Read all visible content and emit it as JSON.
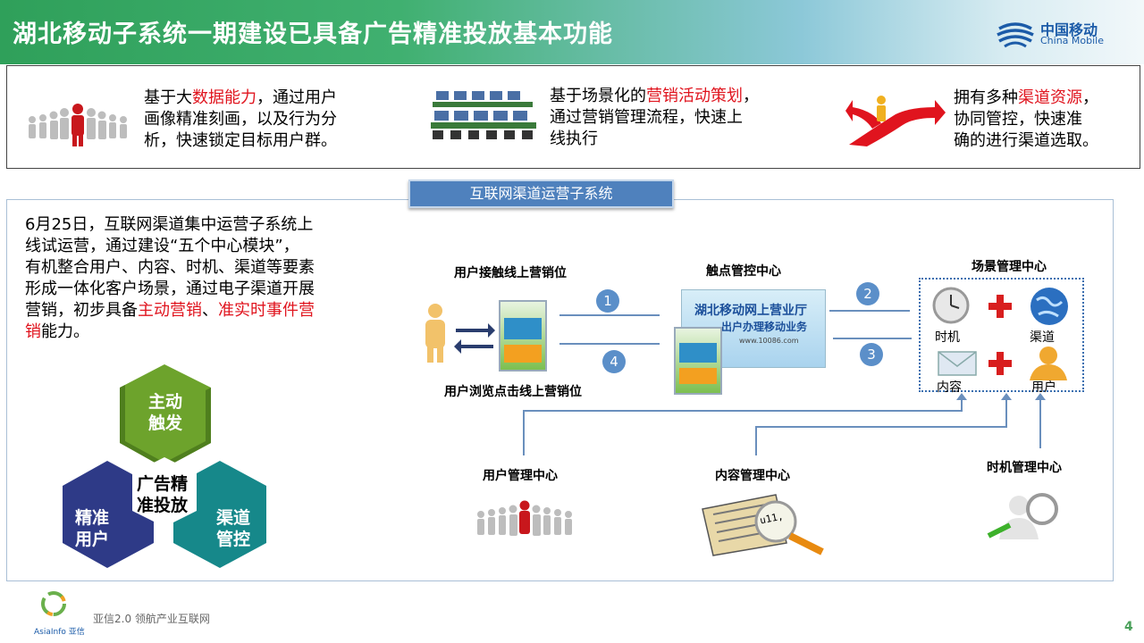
{
  "header": {
    "title": "湖北移动子系统一期建设已具备广告精准投放基本功能",
    "logo_cn": "中国移动",
    "logo_en": "China Mobile"
  },
  "features": [
    {
      "pre": "基于大",
      "hl": "数据能力",
      "post": "，通过用户",
      "line2": "画像精准刻画，以及行为分",
      "line3": "析，快速锁定目标用户群。"
    },
    {
      "pre": "基于场景化的",
      "hl": "营销活动策划",
      "post": "，",
      "line2": "通过营销管理流程，快速上",
      "line3": "线执行"
    },
    {
      "pre": "拥有多种",
      "hl": "渠道资源",
      "post": "，",
      "line2": "协同管控，快速准",
      "line3": "确的进行渠道选取。"
    }
  ],
  "system_tab": "互联网渠道运营子系统",
  "description": {
    "line1": "6月25日，互联网渠道集中运营子系统上",
    "line2": "线试运营，通过建设“五个中心模块”，",
    "line3": "有机整合用户、内容、时机、渠道等要素",
    "line4": "形成一体化客户场景，通过电子渠道开展",
    "line5_pre": "营销，初步具备",
    "line5_hl1": "主动营销",
    "line5_sep": "、",
    "line5_hl2": "准实时事件营",
    "line6_hl": "销",
    "line6_post": "能力。"
  },
  "hexagon": {
    "center_line1": "广告精",
    "center_line2": "准投放",
    "top_line1": "主动",
    "top_line2": "触发",
    "left_line1": "精准",
    "left_line2": "用户",
    "right_line1": "渠道",
    "right_line2": "管控"
  },
  "diagram": {
    "user_touch": "用户接触线上营销位",
    "user_browse": "用户浏览点击线上营销位",
    "touch_center": "触点管控中心",
    "scene_center": "场景管理中心",
    "banner_line1": "湖北移动网上营业厅",
    "banner_line2": "出户办理移动业务",
    "banner_url": "www.10086.com",
    "num1": "1",
    "num2": "2",
    "num3": "3",
    "num4": "4",
    "time": "时机",
    "channel": "渠道",
    "content": "内容",
    "user": "用户",
    "user_mgmt": "用户管理中心",
    "content_mgmt": "内容管理中心",
    "timing_mgmt": "时机管理中心",
    "note_text": "u11,"
  },
  "footer": {
    "slogan": "亚信2.0  领航产业互联网",
    "brand": "AsiaInfo 亚信",
    "page": "4"
  },
  "colors": {
    "highlight_red": "#e0141e",
    "tab_blue": "#4f81bd",
    "hex_green": "#70a82a",
    "hex_navy": "#2e3a87",
    "hex_teal": "#16888a"
  }
}
